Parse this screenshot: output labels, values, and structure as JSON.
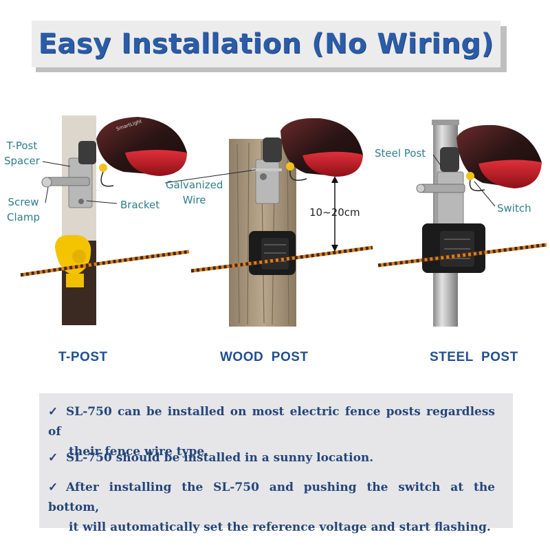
{
  "title": "Easy Installation (No Wiring)",
  "posts": [
    {
      "label": "T-POST"
    },
    {
      "label": "WOOD  POST"
    },
    {
      "label": "STEEL  POST"
    }
  ],
  "callouts": {
    "tpost_spacer": [
      "T-Post",
      "Spacer"
    ],
    "screw_clamp": [
      "Screw",
      "Clamp"
    ],
    "bracket": "Bracket",
    "galvanized_wire": [
      "Galvanized",
      "Wire"
    ],
    "distance": "10~20cm",
    "steel_post": "Steel Post",
    "switch": "Switch"
  },
  "device_brand": "SmartLight",
  "notes": [
    {
      "check": "✓",
      "line1": "SL-750 can be installed on most electric fence posts regardless of",
      "line2": "their fence wire type."
    },
    {
      "check": "✓",
      "line1": "SL-750 should be installed in a sunny location.",
      "line2": ""
    },
    {
      "check": "✓",
      "line1": "After installing the SL-750 and pushing the switch at the bottom,",
      "line2": "it will automatically set the reference voltage and start flashing."
    }
  ],
  "colors": {
    "title": "#2a5ca8",
    "callout": "#2e7d8c",
    "post_label": "#1f4e92",
    "note_text": "#24457a",
    "lens_red": "#c8202c",
    "wire_orange": "#e07b1c"
  }
}
